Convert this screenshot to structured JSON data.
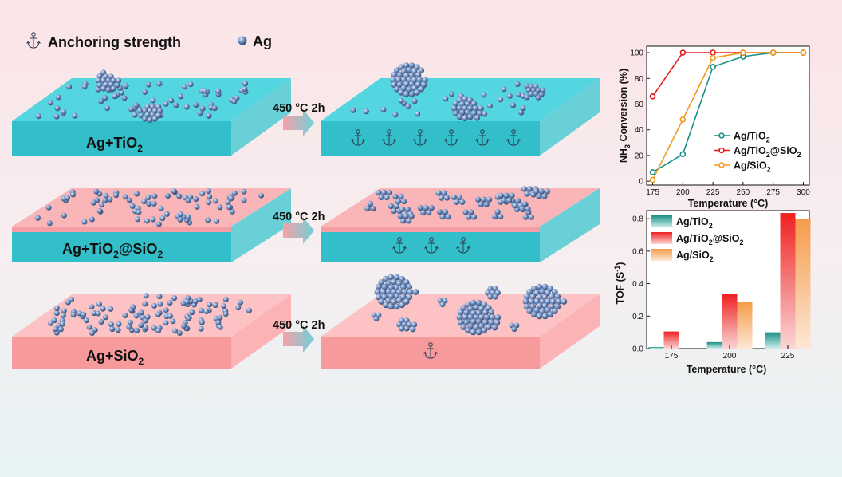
{
  "legend": {
    "anchoring_label": "Anchoring strength",
    "ag_label": "Ag",
    "anchor_icon": "anchor-icon",
    "particle_icon": "sphere-icon"
  },
  "rows": [
    {
      "sample": "Ag+TiO",
      "sample_sub": "2",
      "sample_tail": "",
      "sample_sub2": "",
      "arrow_label": "450 °C 2h",
      "top_color": "#54d6e0",
      "front_color": "#33bfc9",
      "side_color": "#6ad0d8",
      "anchors": 6
    },
    {
      "sample": "Ag+TiO",
      "sample_sub": "2",
      "sample_tail": "@SiO",
      "sample_sub2": "2",
      "arrow_label": "450 °C 2h",
      "top_color": "#f9b5b8",
      "front_color": "#33bfc9",
      "side_color": "#6ad0d8",
      "anchors": 3
    },
    {
      "sample": "Ag+SiO",
      "sample_sub": "2",
      "sample_tail": "",
      "sample_sub2": "",
      "arrow_label": "450 °C 2h",
      "top_color": "#fcc2c4",
      "front_color": "#f79a9c",
      "side_color": "#fbb3b5",
      "anchors": 1
    }
  ],
  "chart_data": [
    {
      "type": "line",
      "xlabel": "Temperature (°C)",
      "ylabel_main": "NH",
      "ylabel_sub": "3",
      "ylabel_tail": " Conversion (%)",
      "xlim": [
        170,
        305
      ],
      "ylim": [
        -3,
        105
      ],
      "xticks": [
        175,
        200,
        225,
        250,
        275,
        300
      ],
      "yticks": [
        0,
        20,
        40,
        60,
        80,
        100
      ],
      "grid": false,
      "legend_position": "center-right",
      "series": [
        {
          "name_main": "Ag/TiO",
          "name_sub": "2",
          "name_tail": "",
          "name_sub2": "",
          "color": "#1a8f86",
          "x": [
            175,
            200,
            225,
            250,
            275,
            300
          ],
          "y": [
            7,
            21,
            89,
            97,
            100,
            100
          ]
        },
        {
          "name_main": "Ag/TiO",
          "name_sub": "2",
          "name_tail": "@SiO",
          "name_sub2": "2",
          "color": "#e31b1b",
          "x": [
            175,
            200,
            225,
            250,
            275,
            300
          ],
          "y": [
            66,
            100,
            100,
            100,
            100,
            100
          ]
        },
        {
          "name_main": "Ag/SiO",
          "name_sub": "2",
          "name_tail": "",
          "name_sub2": "",
          "color": "#f39a1e",
          "x": [
            175,
            200,
            225,
            250,
            275,
            300
          ],
          "y": [
            1,
            48,
            96,
            100,
            100,
            100
          ]
        }
      ]
    },
    {
      "type": "bar",
      "xlabel": "Temperature (°C)",
      "ylabel_main": "TOF (S",
      "ylabel_sup": "-1",
      "ylabel_tail": ")",
      "categories": [
        "175",
        "200",
        "225"
      ],
      "ylim": [
        0,
        0.85
      ],
      "yticks": [
        "0.0",
        "0.2",
        "0.4",
        "0.6",
        "0.8"
      ],
      "ytick_values": [
        0,
        0.2,
        0.4,
        0.6,
        0.8
      ],
      "grid": false,
      "legend_position": "top-left",
      "series": [
        {
          "name_main": "Ag/TiO",
          "name_sub": "2",
          "name_tail": "",
          "name_sub2": "",
          "color_top": "#1a8f86",
          "color_bottom": "#cdeeed",
          "values": [
            0.01,
            0.04,
            0.1
          ]
        },
        {
          "name_main": "Ag/TiO",
          "name_sub": "2",
          "name_tail": "@SiO",
          "name_sub2": "2",
          "color_top": "#ef2020",
          "color_bottom": "#fbd6d6",
          "values": [
            0.105,
            0.335,
            0.835
          ]
        },
        {
          "name_main": "Ag/SiO",
          "name_sub": "2",
          "name_tail": "",
          "name_sub2": "",
          "color_top": "#f59c4a",
          "color_bottom": "#fde7d6",
          "values": [
            0.0,
            0.285,
            0.8
          ]
        }
      ]
    }
  ]
}
